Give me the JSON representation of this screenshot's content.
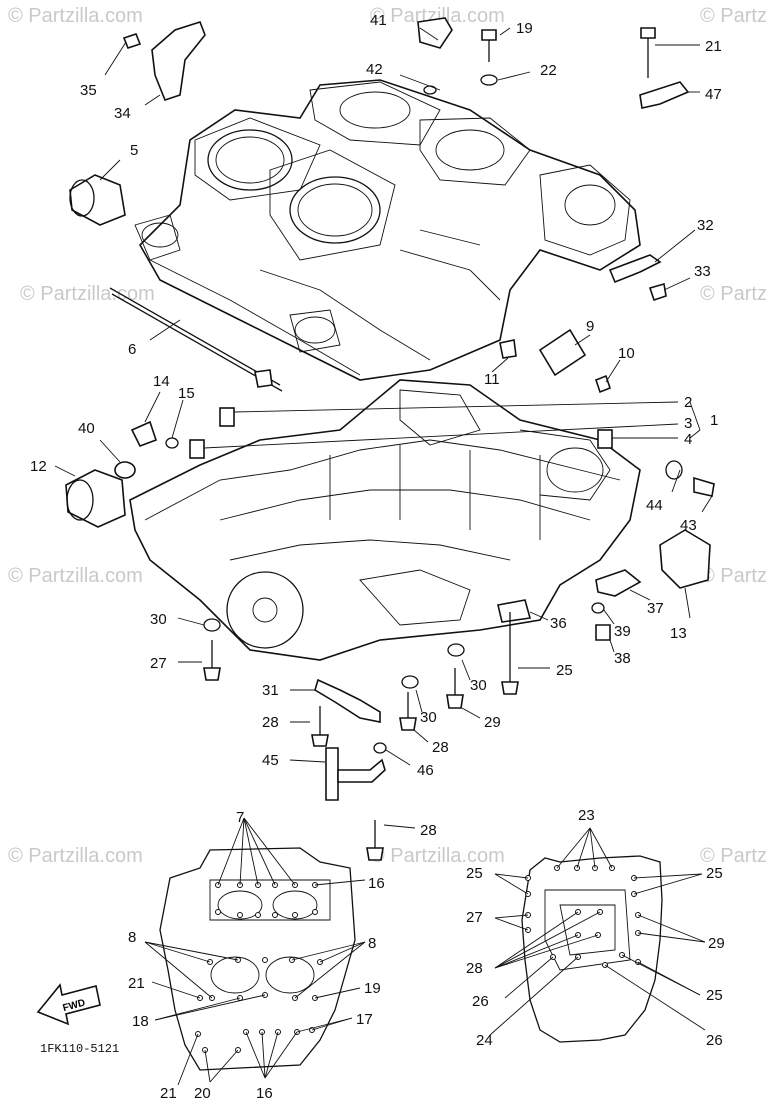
{
  "watermark": "© Partzilla.com",
  "drawing_code": "1FK110-5121",
  "fwd_label": "FWD",
  "labels": {
    "l41": "41",
    "l19a": "19",
    "l21a": "21",
    "l42": "42",
    "l22": "22",
    "l47": "47",
    "l35": "35",
    "l34": "34",
    "l5": "5",
    "l32": "32",
    "l33": "33",
    "l6": "6",
    "l9": "9",
    "l10": "10",
    "l11": "11",
    "l14": "14",
    "l15": "15",
    "l40": "40",
    "l2": "2",
    "l3": "3",
    "l1": "1",
    "l4": "4",
    "l12": "12",
    "l44": "44",
    "l43": "43",
    "l37": "37",
    "l39": "39",
    "l13": "13",
    "l38": "38",
    "l30a": "30",
    "l36": "36",
    "l27a": "27",
    "l25a": "25",
    "l30b": "30",
    "l31": "31",
    "l30c": "30",
    "l29a": "29",
    "l28a": "28",
    "l28b": "28",
    "l45": "45",
    "l46": "46",
    "l28c": "28",
    "l7": "7",
    "l16a": "16",
    "l8a": "8",
    "l8b": "8",
    "l21b": "21",
    "l19b": "19",
    "l18": "18",
    "l17": "17",
    "l21c": "21",
    "l20": "20",
    "l16b": "16",
    "l23": "23",
    "l25b": "25",
    "l25c": "25",
    "l27b": "27",
    "l29b": "29",
    "l28d": "28",
    "l25d": "25",
    "l26a": "26",
    "l24": "24",
    "l26b": "26"
  }
}
